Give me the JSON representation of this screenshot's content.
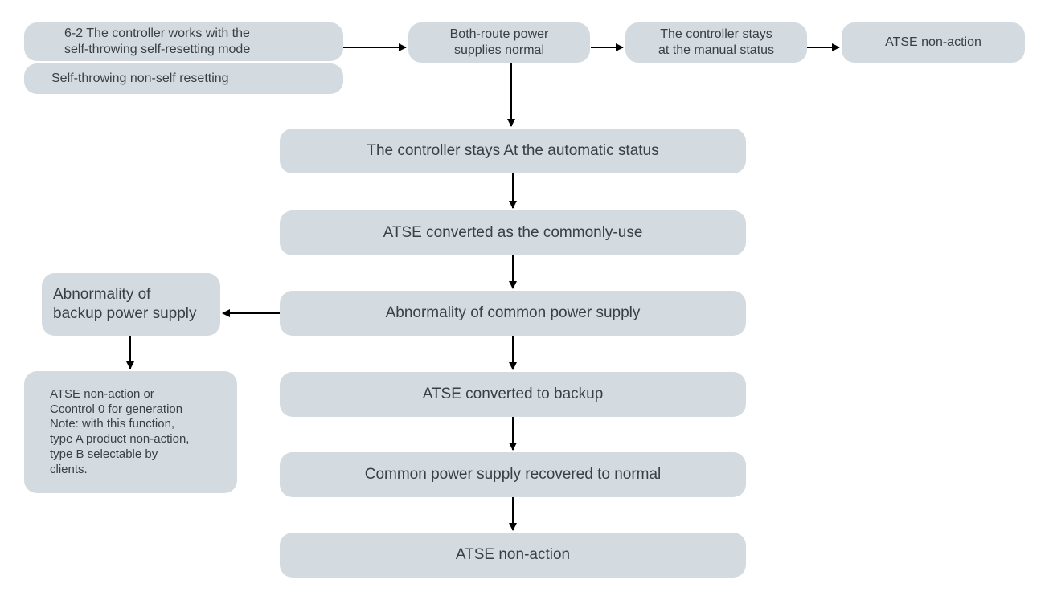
{
  "boxes": {
    "mode": "6-2 The controller works with the\nself-throwing self-resetting mode",
    "non_reset": "Self-throwing non-self resetting",
    "both_route": "Both-route power\nsupplies normal",
    "manual": "The controller stays\nat the manual status",
    "atse_nonaction_top": "ATSE non-action",
    "automatic": "The controller stays At the automatic status",
    "converted_common": "ATSE converted as the commonly-use",
    "abnormal_common": "Abnormality of common power supply",
    "abnormal_backup": "Abnormality of\nbackup power supply",
    "note": "ATSE non-action or\nCcontrol 0 for generation\nNote: with this function,\ntype A product non-action,\ntype B selectable by\nclients.",
    "converted_backup": "ATSE converted to backup",
    "recovered": "Common power supply recovered to normal",
    "atse_nonaction_bottom": "ATSE non-action"
  },
  "colors": {
    "box_fill": "#d3dbe1",
    "text": "#3a3f44",
    "arrow": "#000000"
  }
}
